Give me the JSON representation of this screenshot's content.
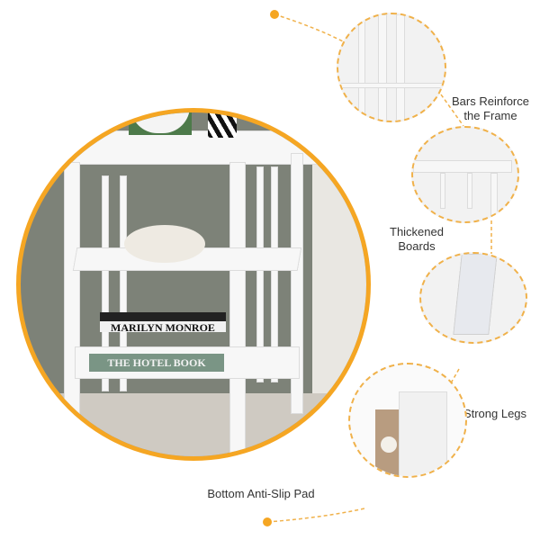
{
  "features": [
    {
      "label_lines": [
        "Bars Reinforce",
        "the Frame"
      ]
    },
    {
      "label_lines": [
        "Thickened",
        "Boards"
      ]
    },
    {
      "label_lines": [
        "Strong Legs"
      ]
    },
    {
      "label_lines": [
        "Bottom Anti-Slip Pad"
      ]
    }
  ],
  "books": [
    "MARILYN MONROE",
    "THE HOTEL BOOK"
  ],
  "colors": {
    "accent": "#f5a623",
    "dashed": "#f0b14a",
    "table": "#f7f7f7"
  }
}
